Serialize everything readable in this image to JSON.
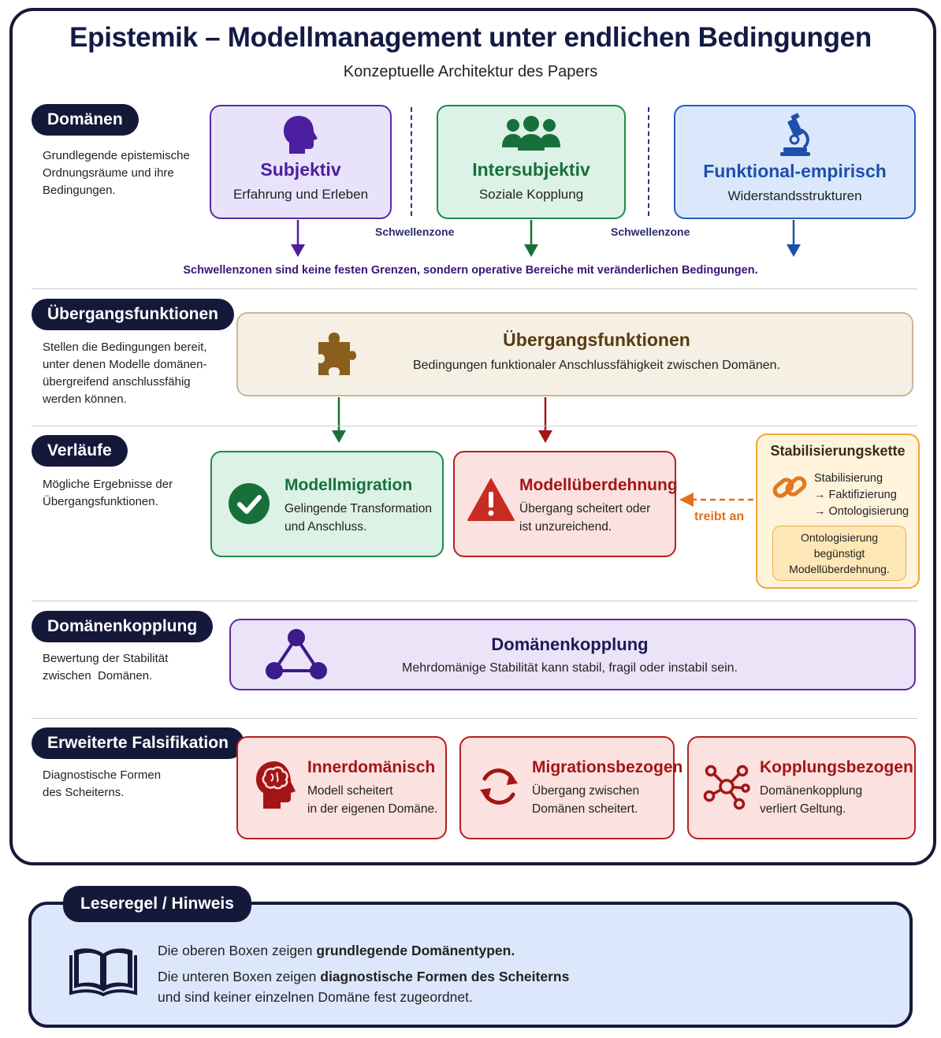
{
  "title": "Epistemik – Modellmanagement unter endlichen Bedingungen",
  "subtitle": "Konzeptuelle Architektur des Papers",
  "sections": {
    "domains": {
      "label": "Domänen",
      "desc": [
        "Grundlegende epistemische",
        "Ordnungsräume und ihre",
        "Bedingungen."
      ]
    },
    "transitions": {
      "label": "Übergangsfunktionen",
      "desc": [
        "Stellen die Bedingungen bereit,",
        "unter denen Modelle domänen-",
        "übergreifend anschlussfähig",
        "werden können."
      ]
    },
    "outcomes": {
      "label": "Verläufe",
      "desc": [
        "Mögliche Ergebnisse der",
        "Übergangsfunktionen."
      ]
    },
    "coupling": {
      "label": "Domänenkopplung",
      "desc": [
        "Bewertung der Stabilität",
        "zwischen  Domänen."
      ]
    },
    "falsification": {
      "label": "Erweiterte Falsifikation",
      "desc": [
        "Diagnostische Formen",
        "des Scheiterns."
      ]
    }
  },
  "domains": [
    {
      "title": "Subjektiv",
      "subtitle": "Erfahrung und Erleben",
      "icon": "head-profile-icon",
      "color": "#4b1fa0"
    },
    {
      "title": "Intersubjektiv",
      "subtitle": "Soziale Kopplung",
      "icon": "people-group-icon",
      "color": "#17703a"
    },
    {
      "title": "Funktional-empirisch",
      "subtitle": "Widerstandsstrukturen",
      "icon": "microscope-icon",
      "color": "#1f4fae"
    }
  ],
  "threshold_label": "Schwellenzone",
  "threshold_note": "Schwellenzonen sind keine festen Grenzen, sondern operative Bereiche mit veränderlichen Bedingungen.",
  "transition_box": {
    "title": "Übergangsfunktionen",
    "subtitle": "Bedingungen funktionaler Anschlussfähigkeit zwischen Domänen.",
    "icon": "puzzle-icon"
  },
  "migration": {
    "title": "Modellmigration",
    "lines": [
      "Gelingende Transformation",
      "und Anschluss."
    ],
    "icon": "check-circle-icon"
  },
  "overextension": {
    "title": "Modellüberdehnung",
    "lines": [
      "Übergang scheitert oder",
      "ist unzureichend."
    ],
    "icon": "warning-icon"
  },
  "chain": {
    "title": "Stabilisierungskette",
    "steps": [
      "Stabilisierung",
      "→ Faktifizierung",
      "→ Ontologisierung"
    ],
    "note": [
      "Ontologisierung",
      "begünstigt",
      "Modellüberdehnung."
    ],
    "arrow_label": "treibt an",
    "icon": "chain-link-icon"
  },
  "coupling_box": {
    "title": "Domänenkopplung",
    "subtitle": "Mehrdomänige Stabilität kann stabil, fragil oder instabil sein.",
    "icon": "network-triangle-icon"
  },
  "failures": [
    {
      "title": "Innerdomänisch",
      "lines": [
        "Modell scheitert",
        "in der eigenen Domäne."
      ],
      "icon": "brain-head-icon"
    },
    {
      "title": "Migrationsbezogen",
      "lines": [
        "Übergang zwischen",
        "Domänen scheitert."
      ],
      "icon": "cycle-arrows-icon"
    },
    {
      "title": "Kopplungsbezogen",
      "lines": [
        "Domänenkopplung",
        "verliert Geltung."
      ],
      "icon": "hub-nodes-icon"
    }
  ],
  "legend": {
    "tab": "Leseregel / Hinweis",
    "line1_pre": "Die oberen Boxen zeigen ",
    "line1_bold": "grundlegende Domänentypen.",
    "line2_pre": "Die unteren Boxen zeigen ",
    "line2_bold": "diagnostische Formen des Scheiterns",
    "line3": "und sind keiner einzelnen Domäne fest zugeordnet.",
    "icon": "open-book-icon"
  },
  "colors": {
    "navy": "#14193a",
    "purple": "#4b1fa0",
    "green": "#17703a",
    "blue": "#1f4fae",
    "brown": "#5a3a10",
    "red": "#a31515",
    "orange": "#e0701e"
  }
}
